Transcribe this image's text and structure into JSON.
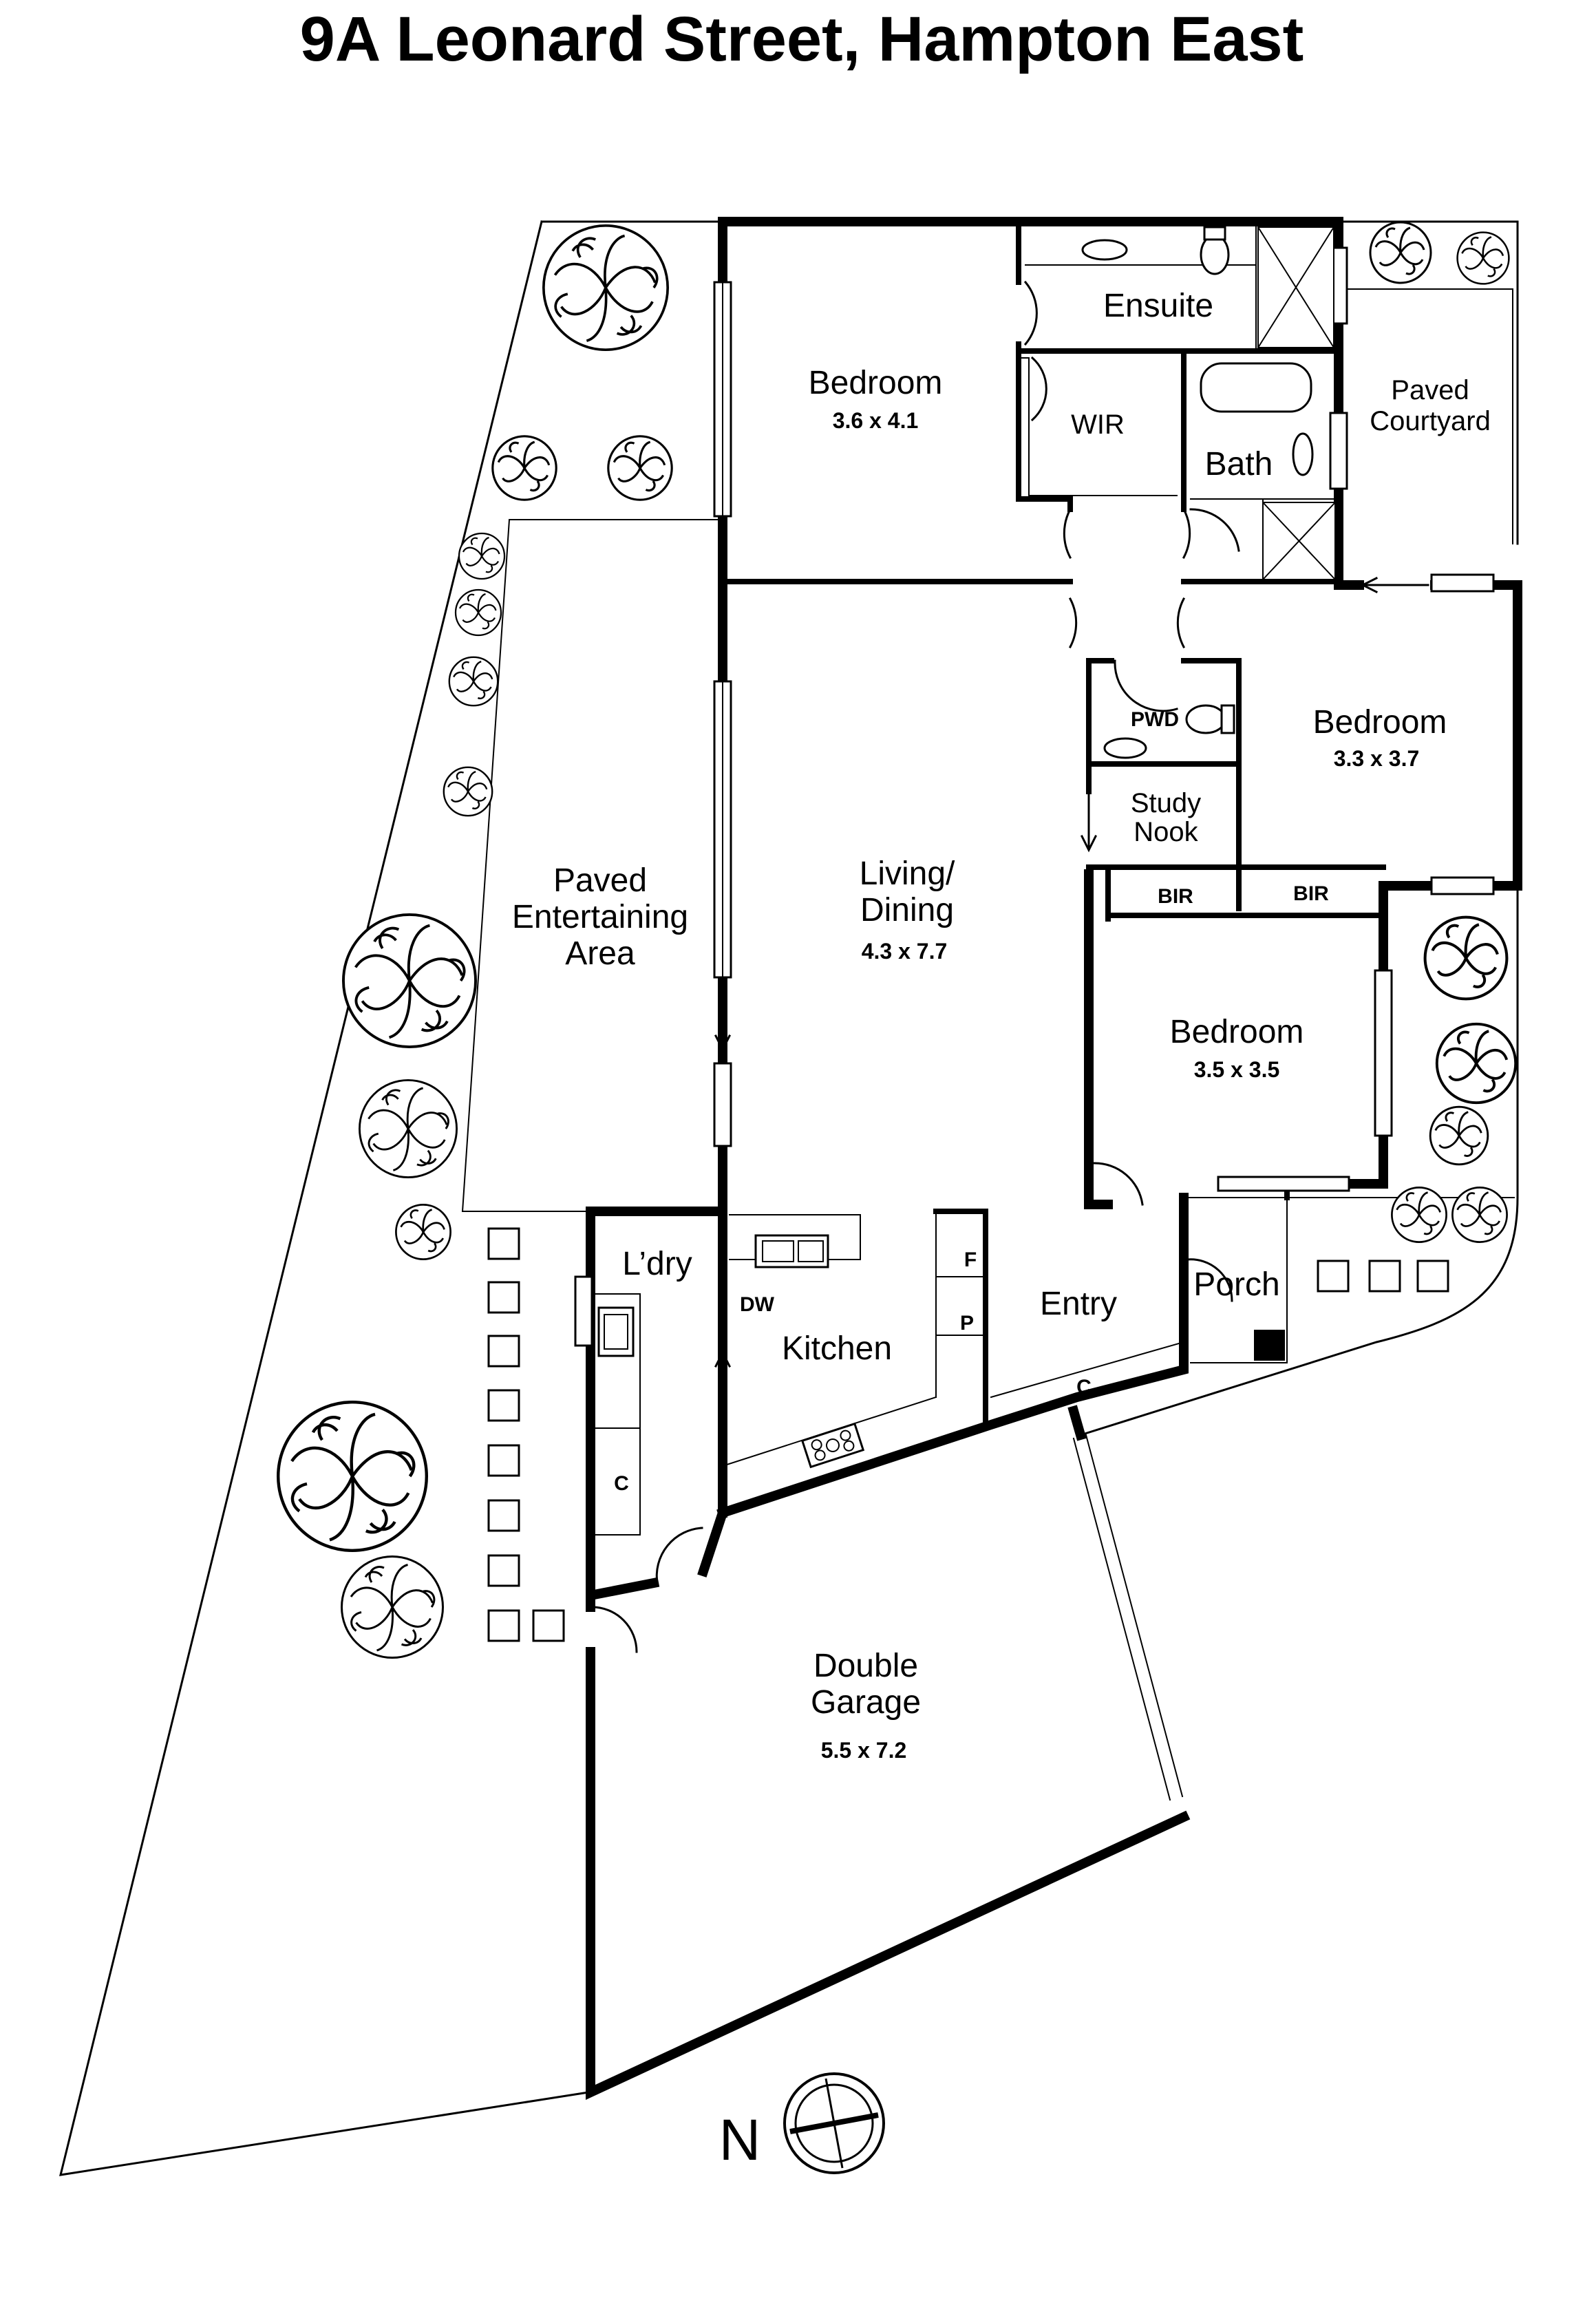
{
  "title": "9A Leonard Street, Hampton East",
  "rooms": {
    "bedroom1": {
      "name": "Bedroom",
      "dims": "3.6 x 4.1"
    },
    "ensuite": {
      "name": "Ensuite"
    },
    "wir": {
      "name": "WIR"
    },
    "bath": {
      "name": "Bath"
    },
    "courtyard": {
      "name_line1": "Paved",
      "name_line2": "Courtyard"
    },
    "bedroom2": {
      "name": "Bedroom",
      "dims": "3.3 x 3.7"
    },
    "pwd": {
      "name": "PWD"
    },
    "study": {
      "name_line1": "Study",
      "name_line2": "Nook"
    },
    "living": {
      "name_line1": "Living/",
      "name_line2": "Dining",
      "dims": "4.3 x 7.7"
    },
    "entertaining": {
      "name_line1": "Paved",
      "name_line2": "Entertaining",
      "name_line3": "Area"
    },
    "bir1": {
      "name": "BIR"
    },
    "bir2": {
      "name": "BIR"
    },
    "bedroom3": {
      "name": "Bedroom",
      "dims": "3.5 x 3.5"
    },
    "laundry": {
      "name": "L’dry"
    },
    "dw": {
      "name": "DW"
    },
    "kitchen": {
      "name": "Kitchen"
    },
    "fridge": {
      "name": "F"
    },
    "pantry": {
      "name": "P"
    },
    "entry": {
      "name": "Entry"
    },
    "porch": {
      "name": "Porch"
    },
    "cupboard_entry": {
      "name": "C"
    },
    "cupboard_laundry": {
      "name": "C"
    },
    "garage": {
      "name_line1": "Double",
      "name_line2": "Garage",
      "dims": "5.5 x 7.2"
    }
  },
  "compass": {
    "label": "N"
  }
}
